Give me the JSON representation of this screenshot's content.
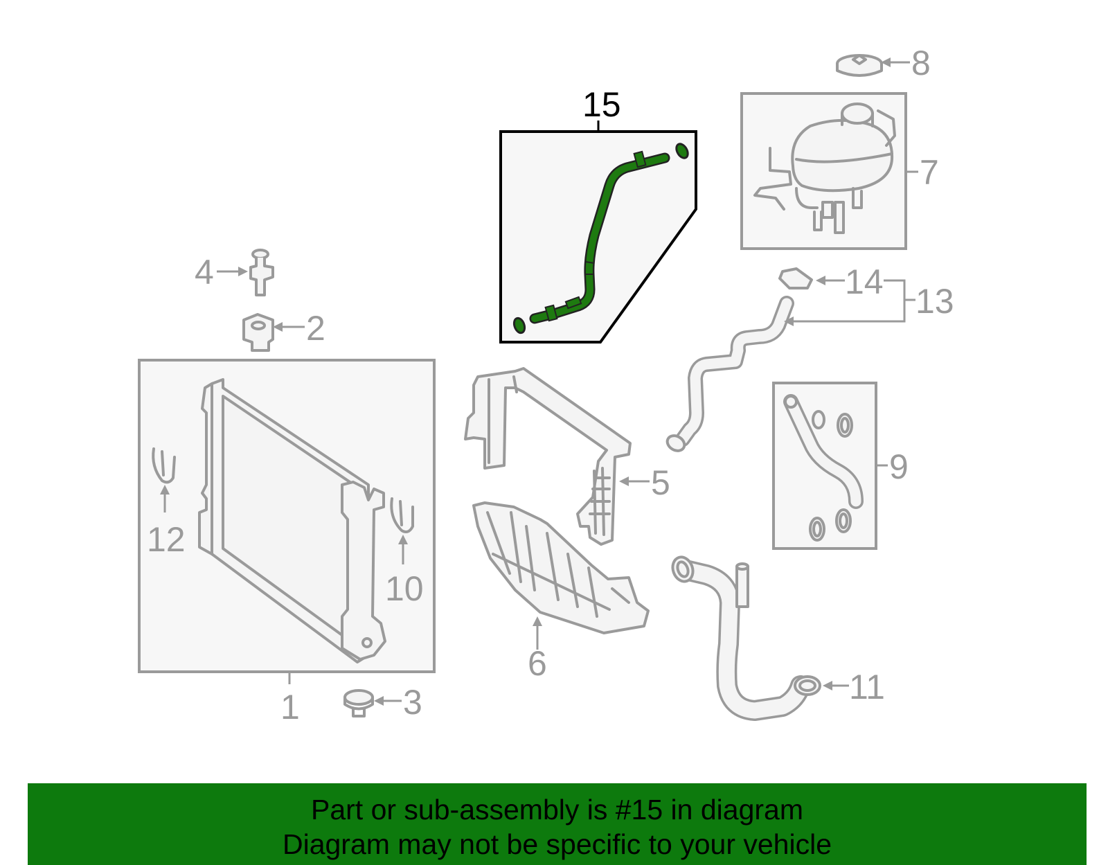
{
  "diagram": {
    "callouts": {
      "c1": "1",
      "c2": "2",
      "c3": "3",
      "c4": "4",
      "c5": "5",
      "c6": "6",
      "c7": "7",
      "c8": "8",
      "c9": "9",
      "c10": "10",
      "c11": "11",
      "c12": "12",
      "c13": "13",
      "c14": "14",
      "c15": "15"
    },
    "highlighted_part": "15",
    "colors": {
      "highlight": "#1e7a10",
      "banner": "#0d7a0d",
      "line": "#9a9a9a"
    }
  },
  "banner": {
    "line1": "Part or sub-assembly is #15 in diagram",
    "line2": "Diagram may not be specific to your vehicle"
  }
}
